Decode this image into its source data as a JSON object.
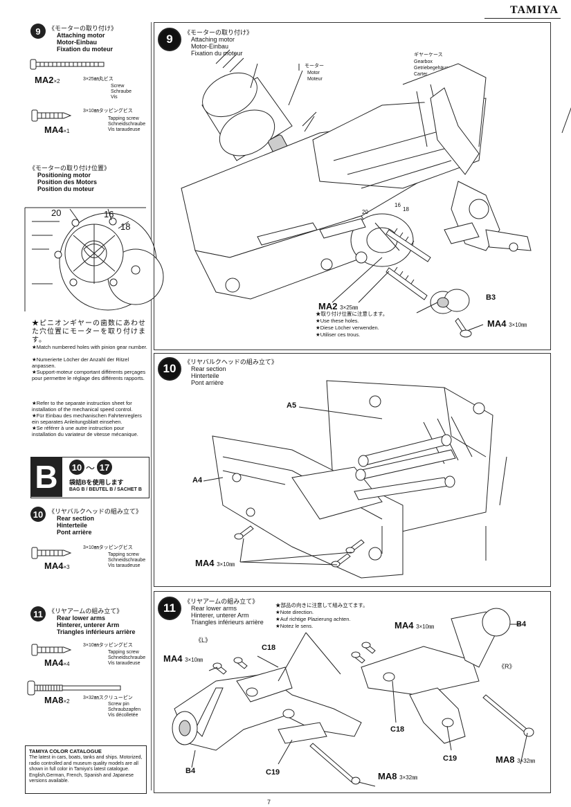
{
  "brand": "TAMIYA",
  "left": {
    "step9": {
      "number": "9",
      "jp": "《モーターの取り付け》",
      "en": "Attaching motor",
      "de": "Motor-Einbau",
      "fr": "Fixation du moteur",
      "parts": [
        {
          "code": "MA2",
          "qty": "×2",
          "jp": "3×25㎜丸ビス",
          "en": "Screw",
          "de": "Schraube",
          "fr": "Vis"
        },
        {
          "code": "MA4",
          "qty": "×1",
          "jp": "3×10㎜タッピングビス",
          "en": "Tapping screw",
          "de": "Schneidschraube",
          "fr": "Vis taraudeuse"
        }
      ],
      "position_jp": "《モーターの取り付け位置》",
      "position_en": "Positioning motor",
      "position_de": "Position des Motors",
      "position_fr": "Position du moteur",
      "gear_nums": [
        "20",
        "16",
        "18"
      ],
      "notes": [
        "★ピニオンギヤーの歯数にあわせた穴位置にモーターを取り付けます。",
        "★Match numbered holes with pinion gear number.",
        "★Numerierte Löcher der Anzahl der Ritzel anpassen.",
        "★Support-moteur comportant différents perçages pour permettre le réglage des différents rapports."
      ],
      "notes2": [
        "★Refer to the separate instruction sheet for installation of the mechanical speed control.",
        "★Für Einbau des mechanischen Fahrtenreglers ein separates Anleitungsblatt einsehen.",
        "★Se référer à une autre instruction pour installation du variateur de vitesse mécanique."
      ]
    },
    "bag": {
      "letter": "B",
      "range_from": "10",
      "tilde": "～",
      "range_to": "17",
      "jp": "袋詰Bを使用します",
      "label": "BAG B / BEUTEL B / SACHET B"
    },
    "step10": {
      "number": "10",
      "jp": "《リヤバルクヘッドの組み立て》",
      "en": "Rear section",
      "de": "Hinterteile",
      "fr": "Pont arrière",
      "parts": [
        {
          "code": "MA4",
          "qty": "×3",
          "jp": "3×10㎜タッピングビス",
          "en": "Tapping screw",
          "de": "Schneidschraube",
          "fr": "Vis taraudeuse"
        }
      ]
    },
    "step11": {
      "number": "11",
      "jp": "《リヤアームの組み立て》",
      "en": "Rear lower arms",
      "de": "Hinterer, unterer Arm",
      "fr": "Triangles inférieurs arrière",
      "parts": [
        {
          "code": "MA4",
          "qty": "×4",
          "jp": "3×10㎜タッピングビス",
          "en": "Tapping screw",
          "de": "Schneidschraube",
          "fr": "Vis taraudeuse"
        },
        {
          "code": "MA8",
          "qty": "×2",
          "jp": "3×32㎜スクリューピン",
          "en": "Screw pin",
          "de": "Schraubzapfen",
          "fr": "Vis décolletée"
        }
      ]
    },
    "catalogue": {
      "title": "TAMIYA COLOR CATALOGUE",
      "text": "The latest in cars, boats, tanks and ships. Motorized, radio controlled and museum quality models are all shown in full color in Tamiya's latest catalogue. English,German, French, Spanish and Japanese versions available."
    }
  },
  "panel9": {
    "number": "9",
    "jp": "《モーターの取り付け》",
    "en": "Attaching motor",
    "de": "Motor-Einbau",
    "fr": "Fixation du moteur",
    "motor_jp": "モーター",
    "motor_en": "Motor",
    "motor_fr": "Moteur",
    "gearbox_jp": "ギヤーケース",
    "gearbox_en": "Gearbox",
    "gearbox_de": "Getriebegehäuse",
    "gearbox_fr": "Carter",
    "g20": "20",
    "g16": "16",
    "g18": "18",
    "ma2": "MA2",
    "ma2_size": "3×25㎜",
    "notes": [
      "★取り付け位置に注意します。",
      "★Use these holes.",
      "★Diese Löcher verwenden.",
      "★Utiliser ces trous."
    ],
    "b3": "B3",
    "ma4": "MA4",
    "ma4_size": "3×10㎜"
  },
  "panel10": {
    "number": "10",
    "jp": "《リヤバルクヘッドの組み立て》",
    "en": "Rear section",
    "de": "Hinterteile",
    "fr": "Pont arrière",
    "a5": "A5",
    "a4": "A4",
    "ma4": "MA4",
    "ma4_size": "3×10㎜"
  },
  "panel11": {
    "number": "11",
    "jp": "《リヤアームの組み立て》",
    "en": "Rear lower arms",
    "de": "Hinterer, unterer Arm",
    "fr": "Triangles inférieurs arrière",
    "notes": [
      "★部品の向きに注意して組み立てます。",
      "★Note direction.",
      "★Auf richtige Plazierung achten.",
      "★Notez le sens."
    ],
    "left_tag": "《L》",
    "right_tag": "《R》",
    "ma4_l": "MA4",
    "ma4_l_size": "3×10㎜",
    "c18_l": "C18",
    "b4_l": "B4",
    "c19_l": "C19",
    "ma8_l": "MA8",
    "ma8_l_size": "3×32㎜",
    "ma4_r": "MA4",
    "ma4_r_size": "3×10㎜",
    "b4_r": "B4",
    "c18_r": "C18",
    "c19_r": "C19",
    "ma8_r": "MA8",
    "ma8_r_size": "3×32㎜"
  },
  "page_number": "7"
}
